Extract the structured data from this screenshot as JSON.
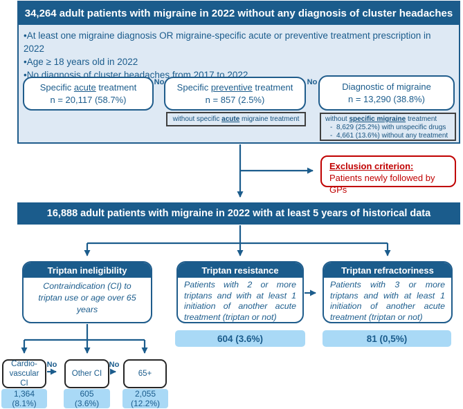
{
  "top_section": {
    "header": "34,264 adult patients with migraine in 2022 without any diagnosis of cluster headaches",
    "bullets": [
      "•At least one migraine diagnosis OR migraine-specific acute or preventive treatment prescription in 2022",
      "•Age ≥ 18 years old in 2022",
      "•No diagnosis of cluster headaches from 2017 to 2022"
    ],
    "acute_box": {
      "pre": "Specific ",
      "underlined": "acute",
      "post": " treatment",
      "n": "n = 20,117 (58.7%)"
    },
    "preventive_box": {
      "pre": "Specific ",
      "underlined": "preventive",
      "post": " treatment",
      "n": "n = 857 (2.5%)"
    },
    "preventive_note": {
      "pre": "without specific ",
      "underlined": "acute",
      "post": " migraine treatment"
    },
    "diagnostic_box": {
      "line1": "Diagnostic of migraine",
      "n": "n = 13,290 (38.8%)"
    },
    "diagnostic_note": {
      "pre": "without ",
      "underlined": "specific migraine",
      "post": " treatment",
      "dash": "-",
      "items": [
        "8,629 (25.2%) with unspecific drugs",
        "4,661 (13.6%) without any treatment"
      ]
    }
  },
  "no_label": "No",
  "exclusion": {
    "title": "Exclusion criterion:",
    "body": "Patients newly followed by GPs"
  },
  "second_bar": "16,888 adult patients with migraine in 2022 with at least 5 years of historical data",
  "triptan": {
    "ineligibility": {
      "title": "Triptan ineligibility",
      "body": "Contraindication (CI) to triptan use or age over 65 years"
    },
    "resistance": {
      "title": "Triptan resistance",
      "body": "Patients with 2 or more triptans and with at least 1 initiation of another acute treatment (triptan or not)",
      "result": "604 (3.6%)"
    },
    "refractoriness": {
      "title": "Triptan refractoriness",
      "body": "Patients with 3 or more triptans and with at least 1 initiation of another acute treatment (triptan or not)",
      "result": "81 (0,5%)"
    }
  },
  "ci_boxes": {
    "cardio": {
      "label": "Cardio-vascular CI",
      "n": "1,364",
      "pct": "(8.1%)"
    },
    "other": {
      "label": "Other CI",
      "n": "605",
      "pct": "(3.6%)"
    },
    "age65": {
      "label": "65+",
      "n": "2,055",
      "pct": "(12.2%)"
    }
  },
  "colors": {
    "dark_blue": "#1b5c8c",
    "light_blue_bg": "#dee9f4",
    "result_bar_bg": "#a9d9f6",
    "red": "#c00000"
  }
}
